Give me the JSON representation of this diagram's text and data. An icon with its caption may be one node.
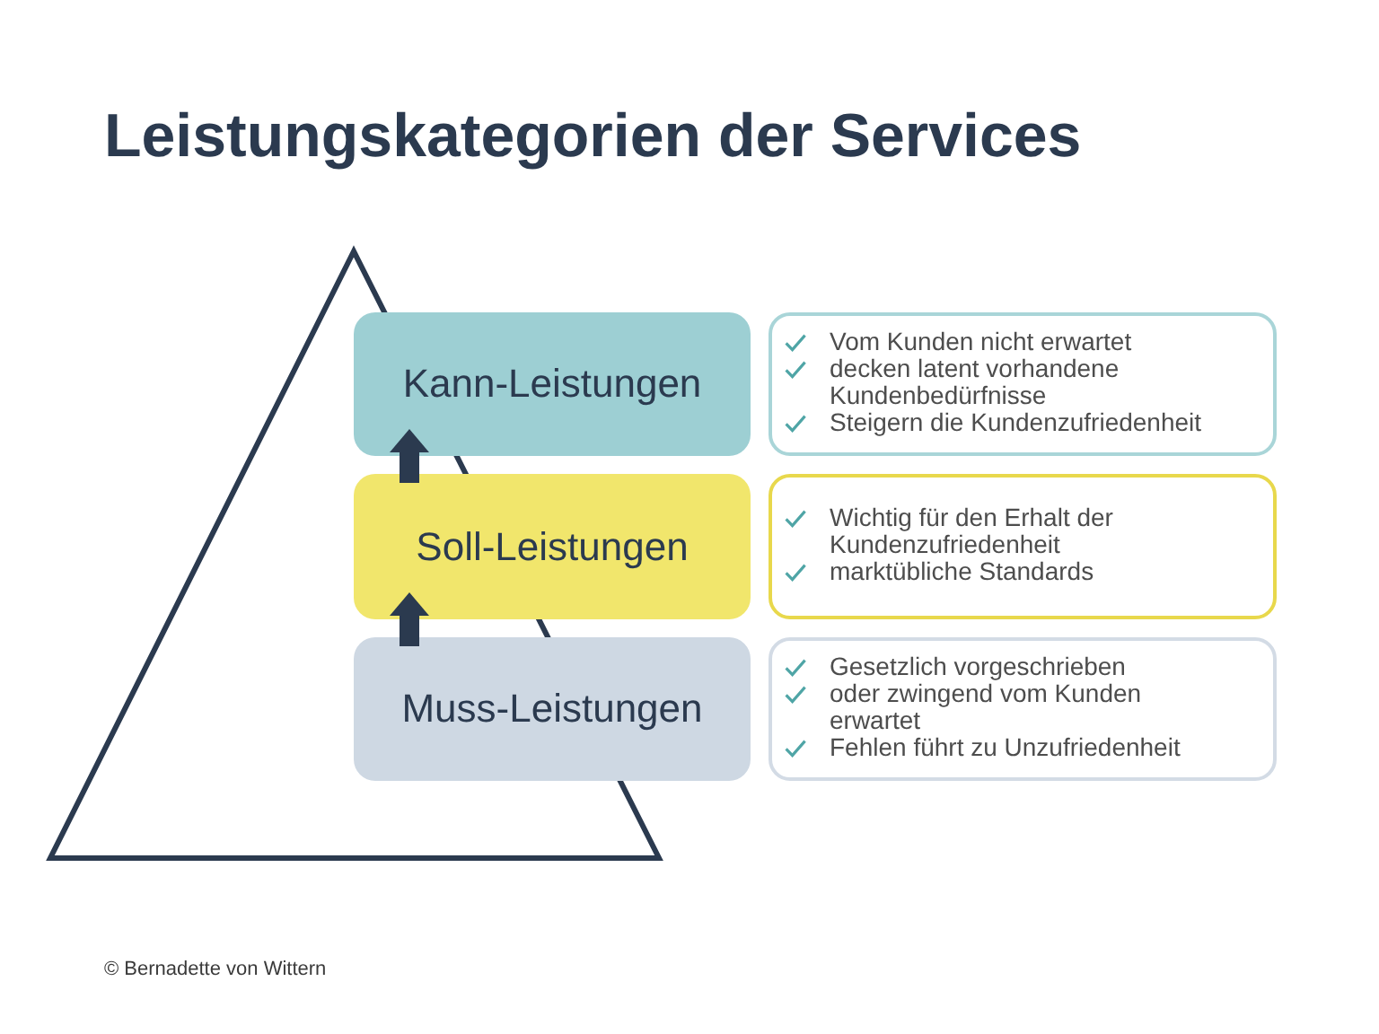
{
  "diagram": {
    "title": "Leistungskategorien der Services",
    "nodes": [
      {
        "text": [
          "Kann-Leistungen"
        ]
      },
      {
        "text": [
          "Vom Kunden nicht erwartet",
          "decken latent vorhandene Kundenbedürfnisse",
          "Steigern die Kundenzufriedenheit"
        ]
      },
      {
        "text": [
          "Soll-Leistungen"
        ]
      },
      {
        "text": [
          "Wichtig für den Erhalt der Kundenzufriedenheit",
          "marktübliche Standards"
        ]
      },
      {
        "text": [
          "Muss-Leistungen"
        ]
      },
      {
        "text": [
          "Gesetzlich vorgeschrieben",
          "oder zwingend vom Kunden erwartet",
          "Fehlen führt zu Unzufriedenheit"
        ]
      }
    ],
    "edges": [
      {
        "from": 2,
        "to": 0,
        "arrow": "to"
      },
      {
        "from": 4,
        "to": 2,
        "arrow": "to"
      }
    ],
    "labels": [
      "© Bernadette von Wittern"
    ]
  }
}
